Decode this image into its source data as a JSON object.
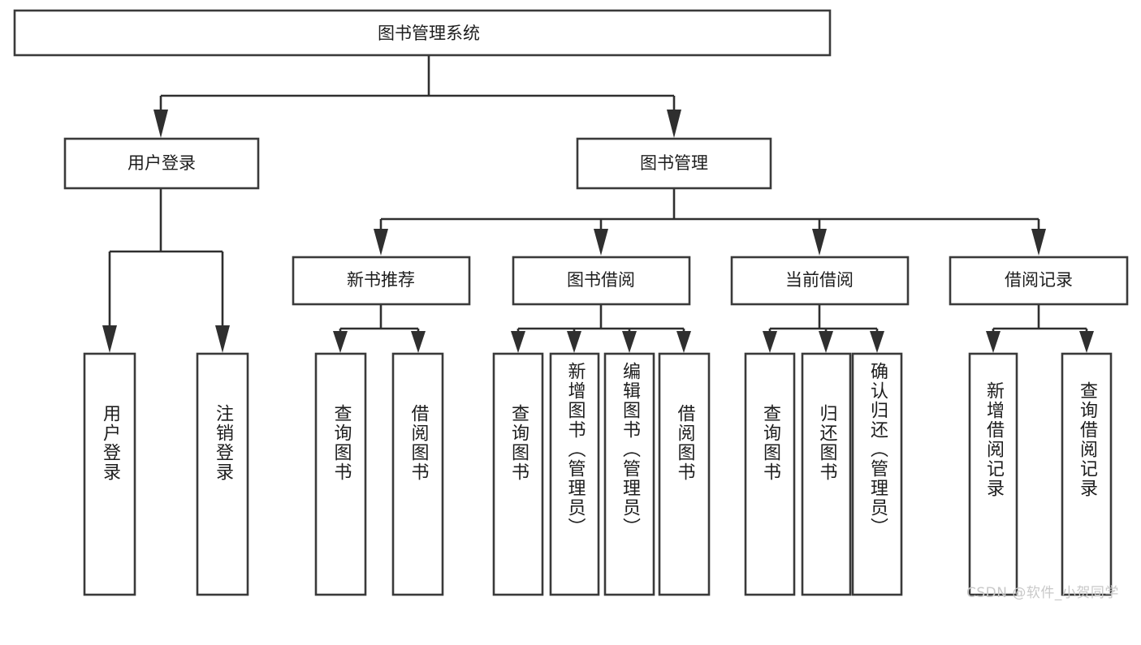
{
  "diagram": {
    "type": "tree-hierarchy",
    "orientation": "top-down",
    "root": {
      "id": "root",
      "label": "图书管理系统"
    },
    "levels": [
      {
        "level": 1,
        "nodes": [
          {
            "id": "root",
            "label": "图书管理系统"
          }
        ]
      },
      {
        "level": 2,
        "nodes": [
          {
            "id": "user-login",
            "label": "用户登录",
            "parent": "root"
          },
          {
            "id": "book-mgmt",
            "label": "图书管理",
            "parent": "root"
          }
        ]
      },
      {
        "level": 3,
        "nodes": [
          {
            "id": "new-book-rec",
            "label": "新书推荐",
            "parent": "book-mgmt"
          },
          {
            "id": "book-borrow",
            "label": "图书借阅",
            "parent": "book-mgmt"
          },
          {
            "id": "current-borrow",
            "label": "当前借阅",
            "parent": "book-mgmt"
          },
          {
            "id": "borrow-record",
            "label": "借阅记录",
            "parent": "book-mgmt"
          }
        ]
      },
      {
        "level": 4,
        "nodes": [
          {
            "id": "leaf-user-login",
            "label": "用户登录",
            "parent": "user-login"
          },
          {
            "id": "leaf-user-logout",
            "label": "注销登录",
            "parent": "user-login"
          },
          {
            "id": "leaf-rec-query",
            "label": "查询图书",
            "parent": "new-book-rec"
          },
          {
            "id": "leaf-rec-borrow",
            "label": "借阅图书",
            "parent": "new-book-rec"
          },
          {
            "id": "leaf-borrow-query",
            "label": "查询图书",
            "parent": "book-borrow"
          },
          {
            "id": "leaf-borrow-add",
            "label": "新增图书（管理员）",
            "parent": "book-borrow"
          },
          {
            "id": "leaf-borrow-edit",
            "label": "编辑图书（管理员）",
            "parent": "book-borrow"
          },
          {
            "id": "leaf-borrow-lend",
            "label": "借阅图书",
            "parent": "book-borrow"
          },
          {
            "id": "leaf-cur-query",
            "label": "查询图书",
            "parent": "current-borrow"
          },
          {
            "id": "leaf-cur-return",
            "label": "归还图书",
            "parent": "current-borrow"
          },
          {
            "id": "leaf-cur-confirm",
            "label": "确认归还（管理员）",
            "parent": "current-borrow"
          },
          {
            "id": "leaf-rec-add",
            "label": "新增借阅记录",
            "parent": "borrow-record"
          },
          {
            "id": "leaf-rec-search",
            "label": "查询借阅记录",
            "parent": "borrow-record"
          }
        ]
      }
    ],
    "colors": {
      "box_stroke": "#3a3a3a",
      "box_fill": "#ffffff",
      "connector": "#2f2f2f",
      "text": "#1d1d1d",
      "background": "#ffffff",
      "watermark": "#c9c9c9"
    }
  },
  "watermark": {
    "text": "CSDN @软件_小贺同学"
  }
}
